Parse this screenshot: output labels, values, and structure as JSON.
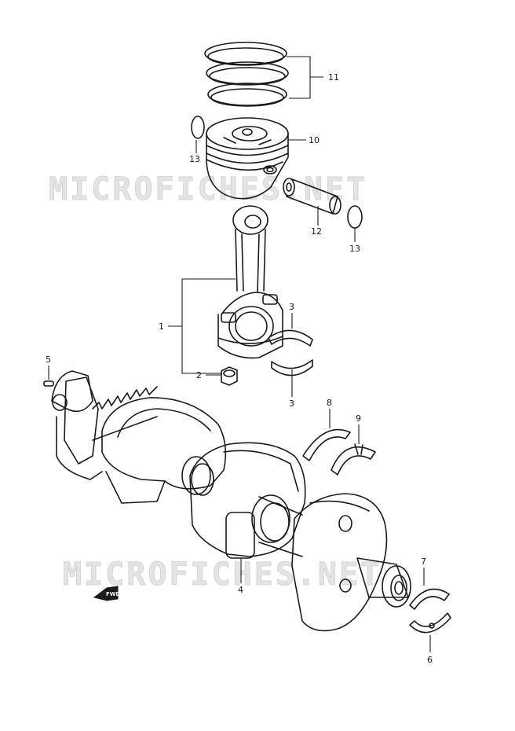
{
  "watermark": {
    "text": "MICROFICHES.NET"
  },
  "fwd_marker": {
    "text": "FWD"
  },
  "callouts": {
    "p1": "1",
    "p2": "2",
    "p3a": "3",
    "p3b": "3",
    "p4": "4",
    "p5": "5",
    "p6": "6",
    "p7": "7",
    "p8": "8",
    "p9": "9",
    "p10": "10",
    "p11": "11",
    "p12": "12",
    "p13a": "13",
    "p13b": "13"
  }
}
